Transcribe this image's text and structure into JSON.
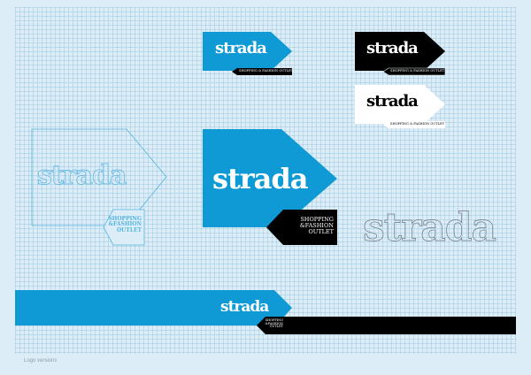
{
  "brand": {
    "wordmark": "strada",
    "tagline_single": "SHOPPING & FASHION OUTLET",
    "tagline_lines": [
      "SHOPPING",
      "&FASHION",
      "OUTLET"
    ]
  },
  "caption": "Logo versions",
  "colors": {
    "background": "#dcedf8",
    "brand_blue": "#0f9ad6",
    "black": "#000000",
    "white": "#ffffff",
    "outline_blue": "#55b4e0",
    "outline_grey": "#6d7880"
  }
}
